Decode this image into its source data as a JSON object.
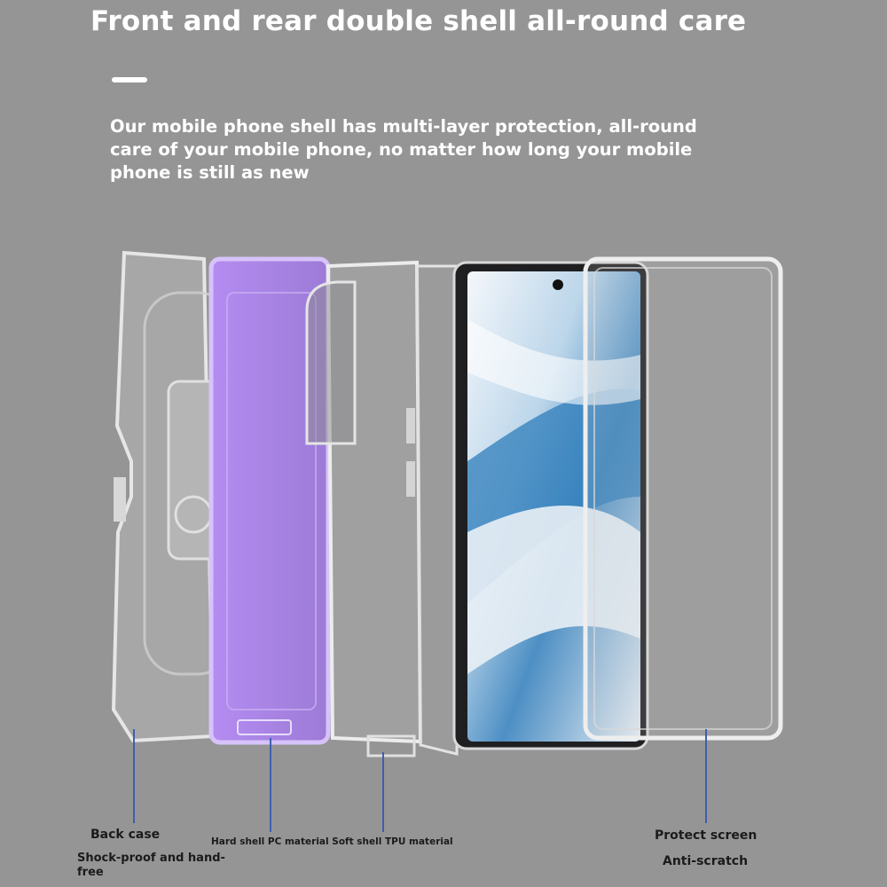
{
  "header": {
    "title": "Front and rear double shell all-round care",
    "description": "Our mobile phone shell has multi-layer protection, all-round care of your mobile phone, no matter how long your mobile phone is still as new"
  },
  "labels": {
    "back_case": "Back case",
    "shock_proof": "Shock-proof and hand-free",
    "materials": "Hard shell PC material Soft shell TPU material",
    "protect_screen": "Protect screen",
    "anti_scratch": "Anti-scratch"
  },
  "colors": {
    "background": "#959595",
    "purple_shell": "#b28bf0",
    "leader_line": "#3f5fae"
  }
}
